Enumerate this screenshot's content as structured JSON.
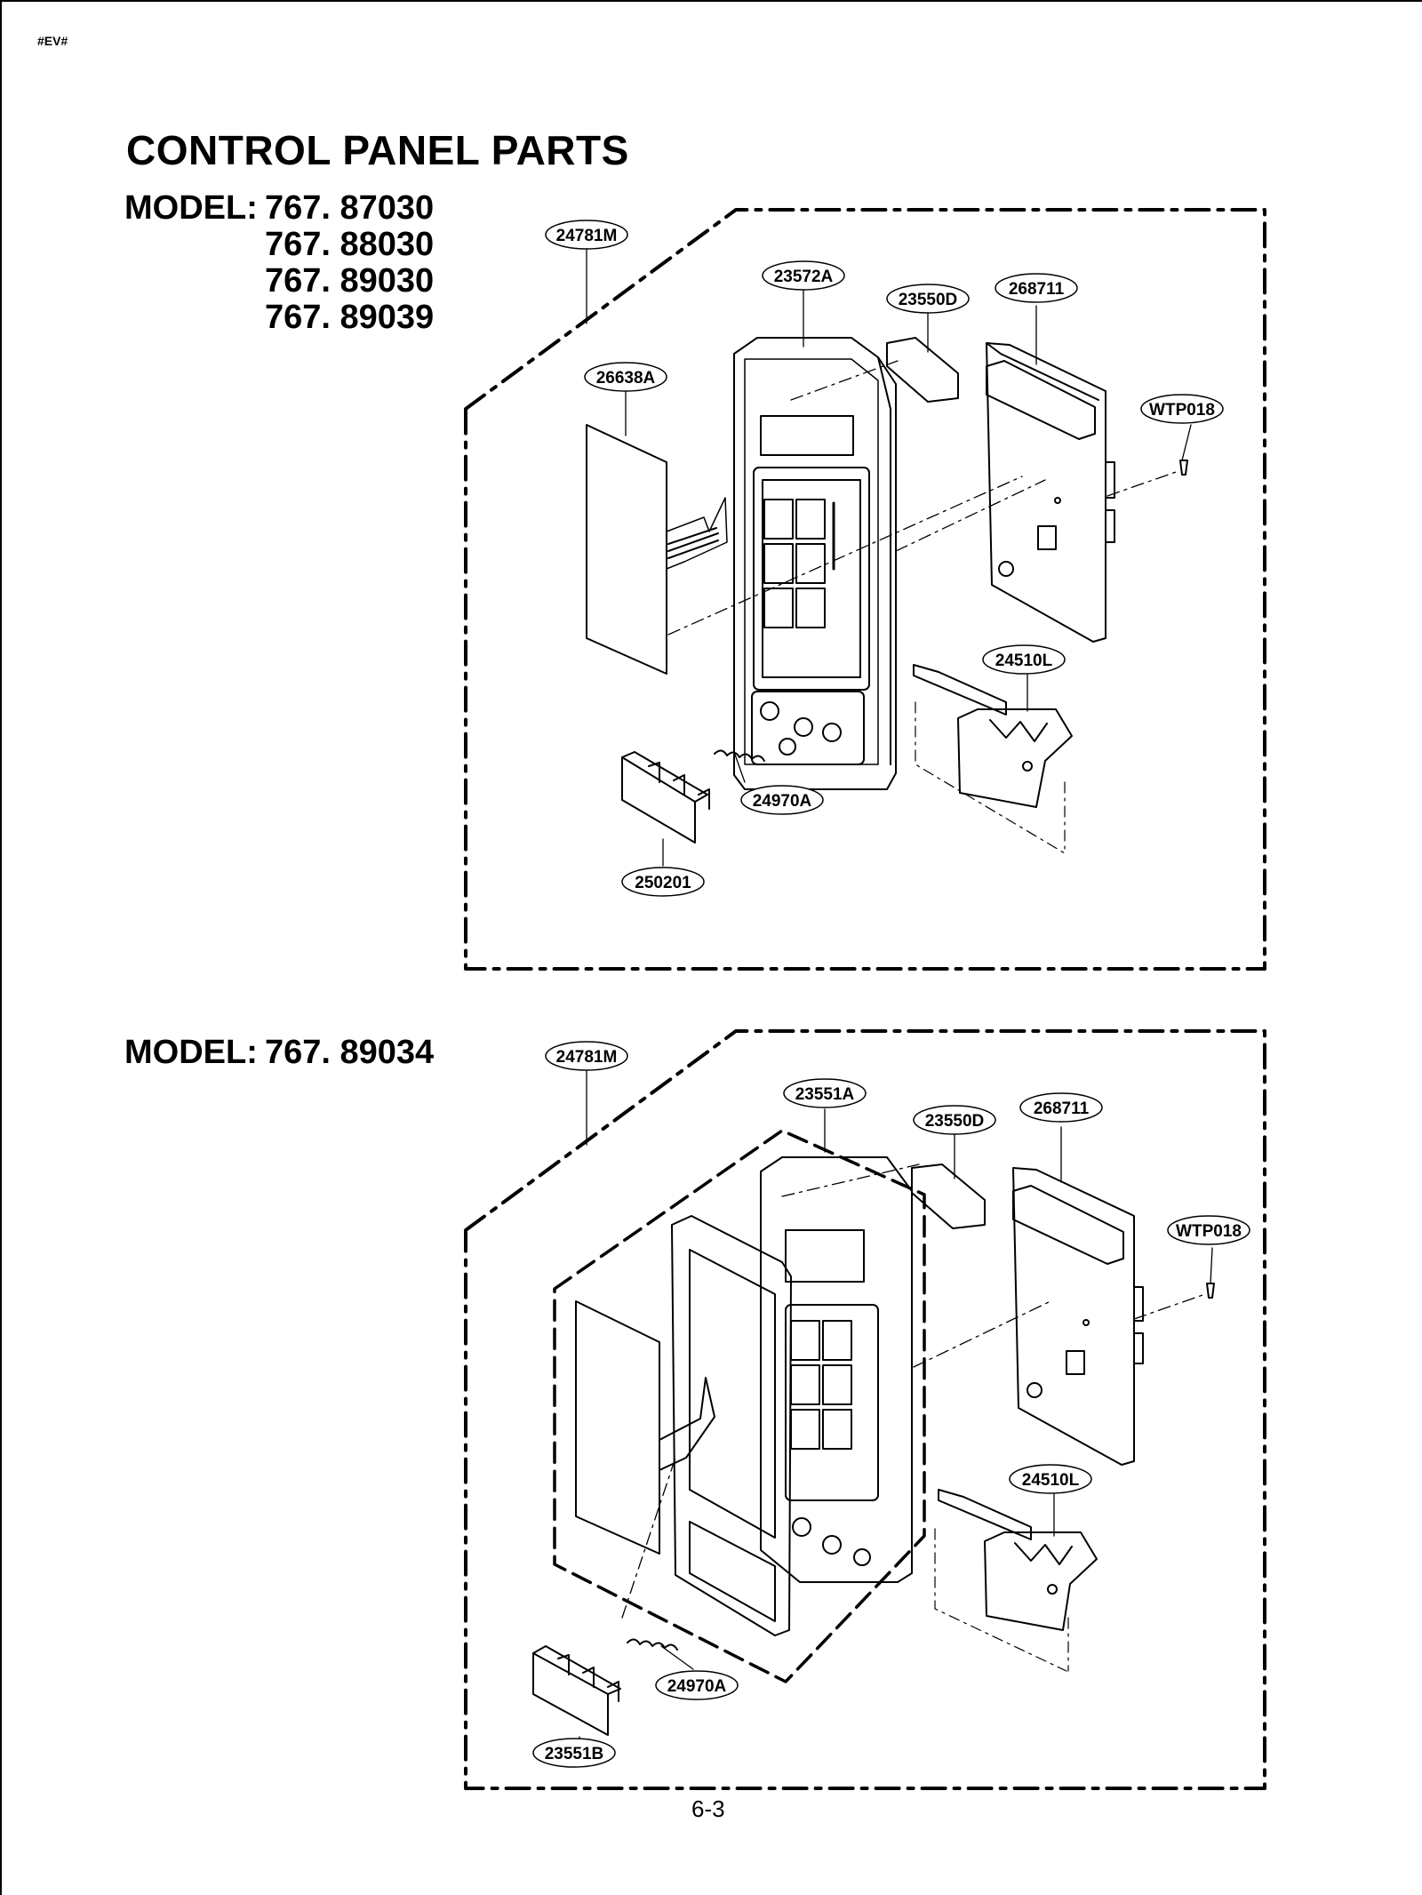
{
  "header_tag": "#EV#",
  "title": "CONTROL PANEL PARTS",
  "models_top": {
    "prefix": "MODEL:",
    "numbers": [
      "767. 87030",
      "767. 88030",
      "767. 89030",
      "767. 89039"
    ]
  },
  "models_bottom": {
    "prefix": "MODEL:",
    "numbers": [
      "767. 89034"
    ]
  },
  "diagram_top_labels": [
    "24781M",
    "23572A",
    "23550D",
    "268711",
    "26638A",
    "WTP018",
    "24510L",
    "24970A",
    "250201"
  ],
  "diagram_bottom_labels": [
    "24781M",
    "23551A",
    "23550D",
    "268711",
    "WTP018",
    "24510L",
    "24970A",
    "23551B"
  ],
  "page_number": "6-3"
}
